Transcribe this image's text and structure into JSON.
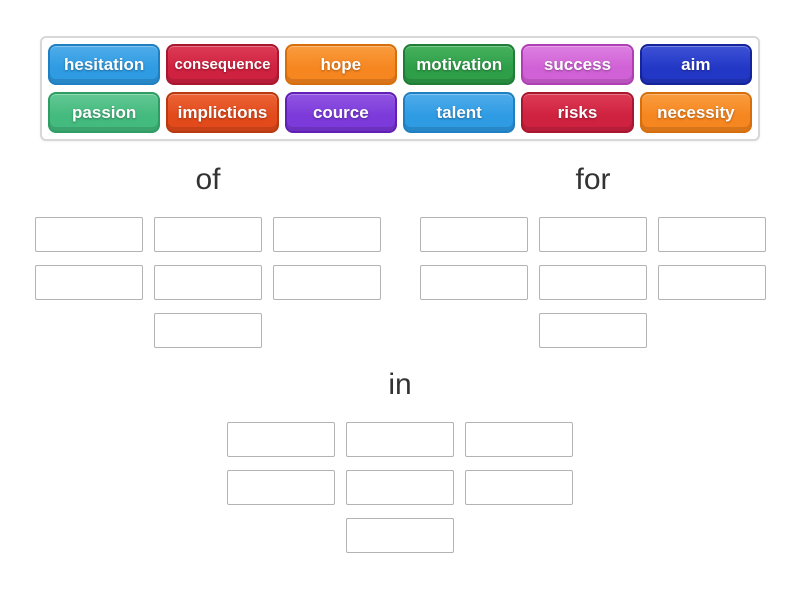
{
  "tray": {
    "tiles": [
      {
        "word": "hesitation",
        "fill": "#2E9BE3",
        "fill_top": "#4FACEA",
        "border": "#1E7FC2"
      },
      {
        "word": "consequence",
        "fill": "#CF2140",
        "fill_top": "#DC3B55",
        "border": "#A9172F"
      },
      {
        "word": "hope",
        "fill": "#F6861F",
        "fill_top": "#F99C3E",
        "border": "#D76E0C"
      },
      {
        "word": "motivation",
        "fill": "#2E9E48",
        "fill_top": "#46B15E",
        "border": "#1F7D36"
      },
      {
        "word": "success",
        "fill": "#D161D6",
        "fill_top": "#DC7FE0",
        "border": "#AE3FB4"
      },
      {
        "word": "aim",
        "fill": "#2337C6",
        "fill_top": "#3D52D6",
        "border": "#16249B"
      },
      {
        "word": "passion",
        "fill": "#43BA7E",
        "fill_top": "#62C893",
        "border": "#2E9D64"
      },
      {
        "word": "implictions",
        "fill": "#E24A1B",
        "fill_top": "#EC6436",
        "border": "#B93A10"
      },
      {
        "word": "cource",
        "fill": "#7C3ADA",
        "fill_top": "#9055E2",
        "border": "#611FB5"
      },
      {
        "word": "talent",
        "fill": "#2E9BE3",
        "fill_top": "#4FACEA",
        "border": "#1E7FC2"
      },
      {
        "word": "risks",
        "fill": "#CF2140",
        "fill_top": "#DC3B55",
        "border": "#A9172F"
      },
      {
        "word": "necessity",
        "fill": "#F6861F",
        "fill_top": "#F99C3E",
        "border": "#D76E0C"
      }
    ]
  },
  "groups": [
    {
      "id": "of",
      "label": "of",
      "slot_rows": [
        3,
        3,
        1
      ]
    },
    {
      "id": "for",
      "label": "for",
      "slot_rows": [
        3,
        3,
        1
      ]
    },
    {
      "id": "in",
      "label": "in",
      "slot_rows": [
        3,
        3,
        1
      ]
    }
  ],
  "colors": {
    "background": "#FFFFFF",
    "tray_border": "#D8D8D8",
    "slot_border": "#B3B3B3",
    "label_text": "#333333",
    "tile_text": "#FFFFFF"
  }
}
